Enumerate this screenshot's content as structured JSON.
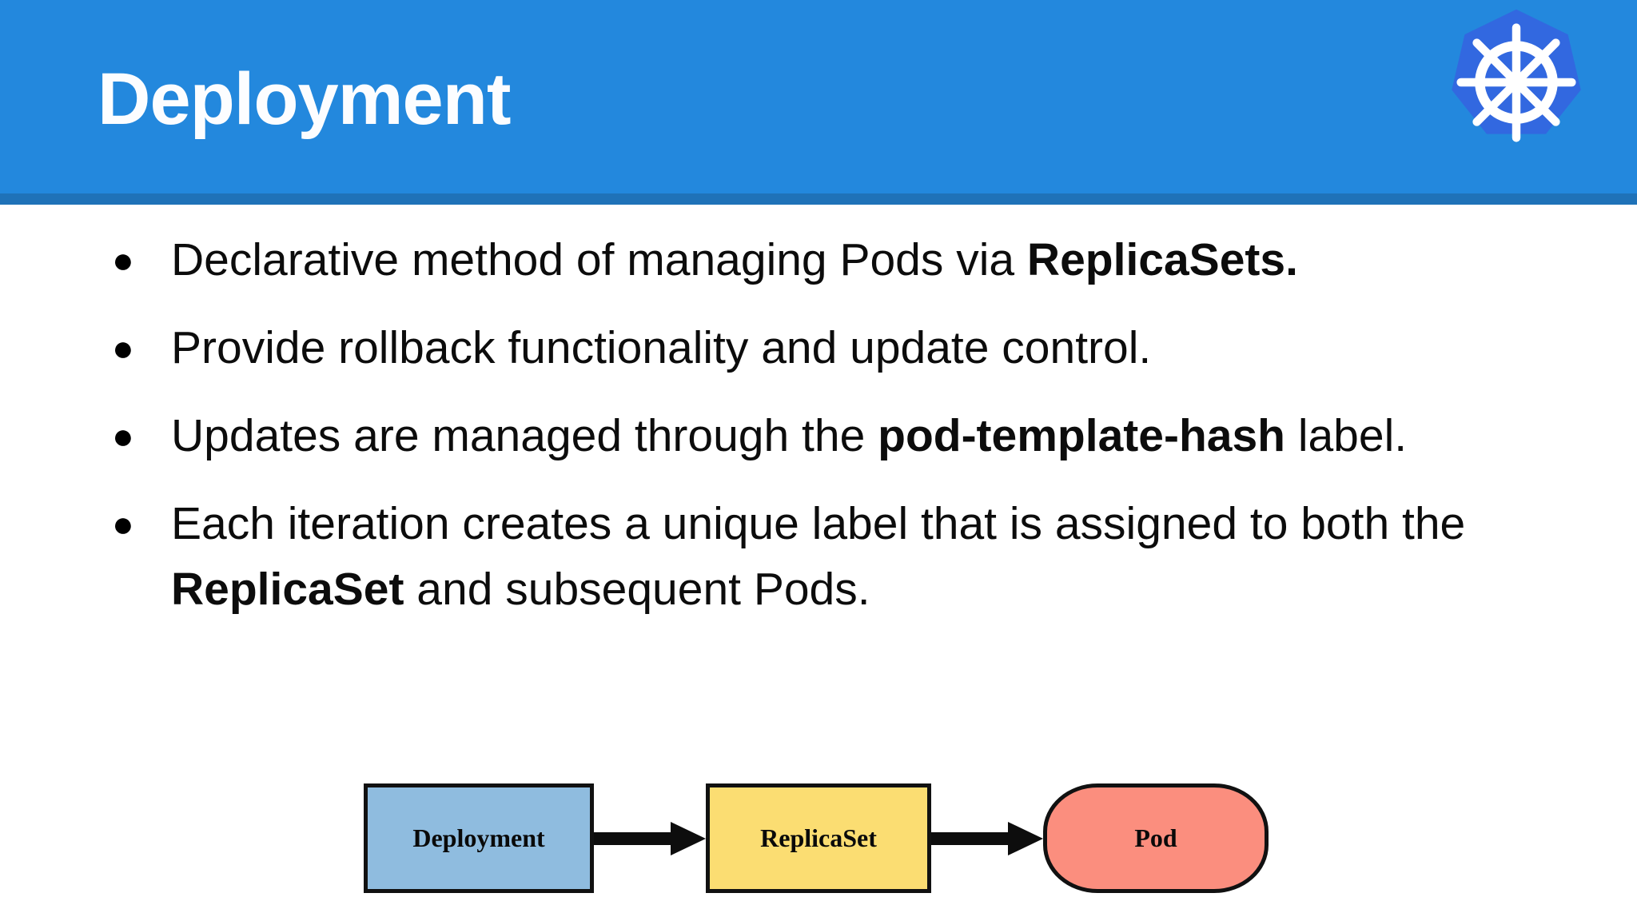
{
  "slide": {
    "title": "Deployment",
    "logo_icon": "kubernetes-helm-wheel-icon",
    "colors": {
      "header_blue": "#2388dd",
      "header_stripe_blue": "#1f72b8",
      "logo_hexagon_blue": "#3268e0",
      "deployment_box": "#8fbcdf",
      "replicaset_box": "#fbdd72",
      "pod_box": "#fb8e7e",
      "text_black": "#0c0c0c",
      "title_white": "#fcfdff"
    }
  },
  "bullets": [
    {
      "marker": "●",
      "parts": [
        {
          "text": "Declarative method of managing Pods via ",
          "bold": false
        },
        {
          "text": "ReplicaSets.",
          "bold": true
        }
      ]
    },
    {
      "marker": "●",
      "parts": [
        {
          "text": "Provide rollback functionality and update control.",
          "bold": false
        }
      ]
    },
    {
      "marker": "●",
      "parts": [
        {
          "text": "Updates are managed through the ",
          "bold": false
        },
        {
          "text": "pod-template-hash",
          "bold": true
        },
        {
          "text": " label.",
          "bold": false
        }
      ]
    },
    {
      "marker": "●",
      "parts": [
        {
          "text": "Each iteration creates a unique label that is assigned to both the ",
          "bold": false
        },
        {
          "text": "ReplicaSet",
          "bold": true
        },
        {
          "text": " and subsequent Pods.",
          "bold": false
        }
      ]
    }
  ],
  "diagram": {
    "nodes": [
      {
        "label": "Deployment",
        "shape": "rectangle",
        "fill": "#8fbcdf"
      },
      {
        "label": "ReplicaSet",
        "shape": "rectangle",
        "fill": "#fbdd72"
      },
      {
        "label": "Pod",
        "shape": "rounded-pill",
        "fill": "#fb8e7e"
      }
    ],
    "arrows": [
      {
        "from": "Deployment",
        "to": "ReplicaSet",
        "style": "solid-filled-arrowhead"
      },
      {
        "from": "ReplicaSet",
        "to": "Pod",
        "style": "solid-filled-arrowhead"
      }
    ]
  }
}
